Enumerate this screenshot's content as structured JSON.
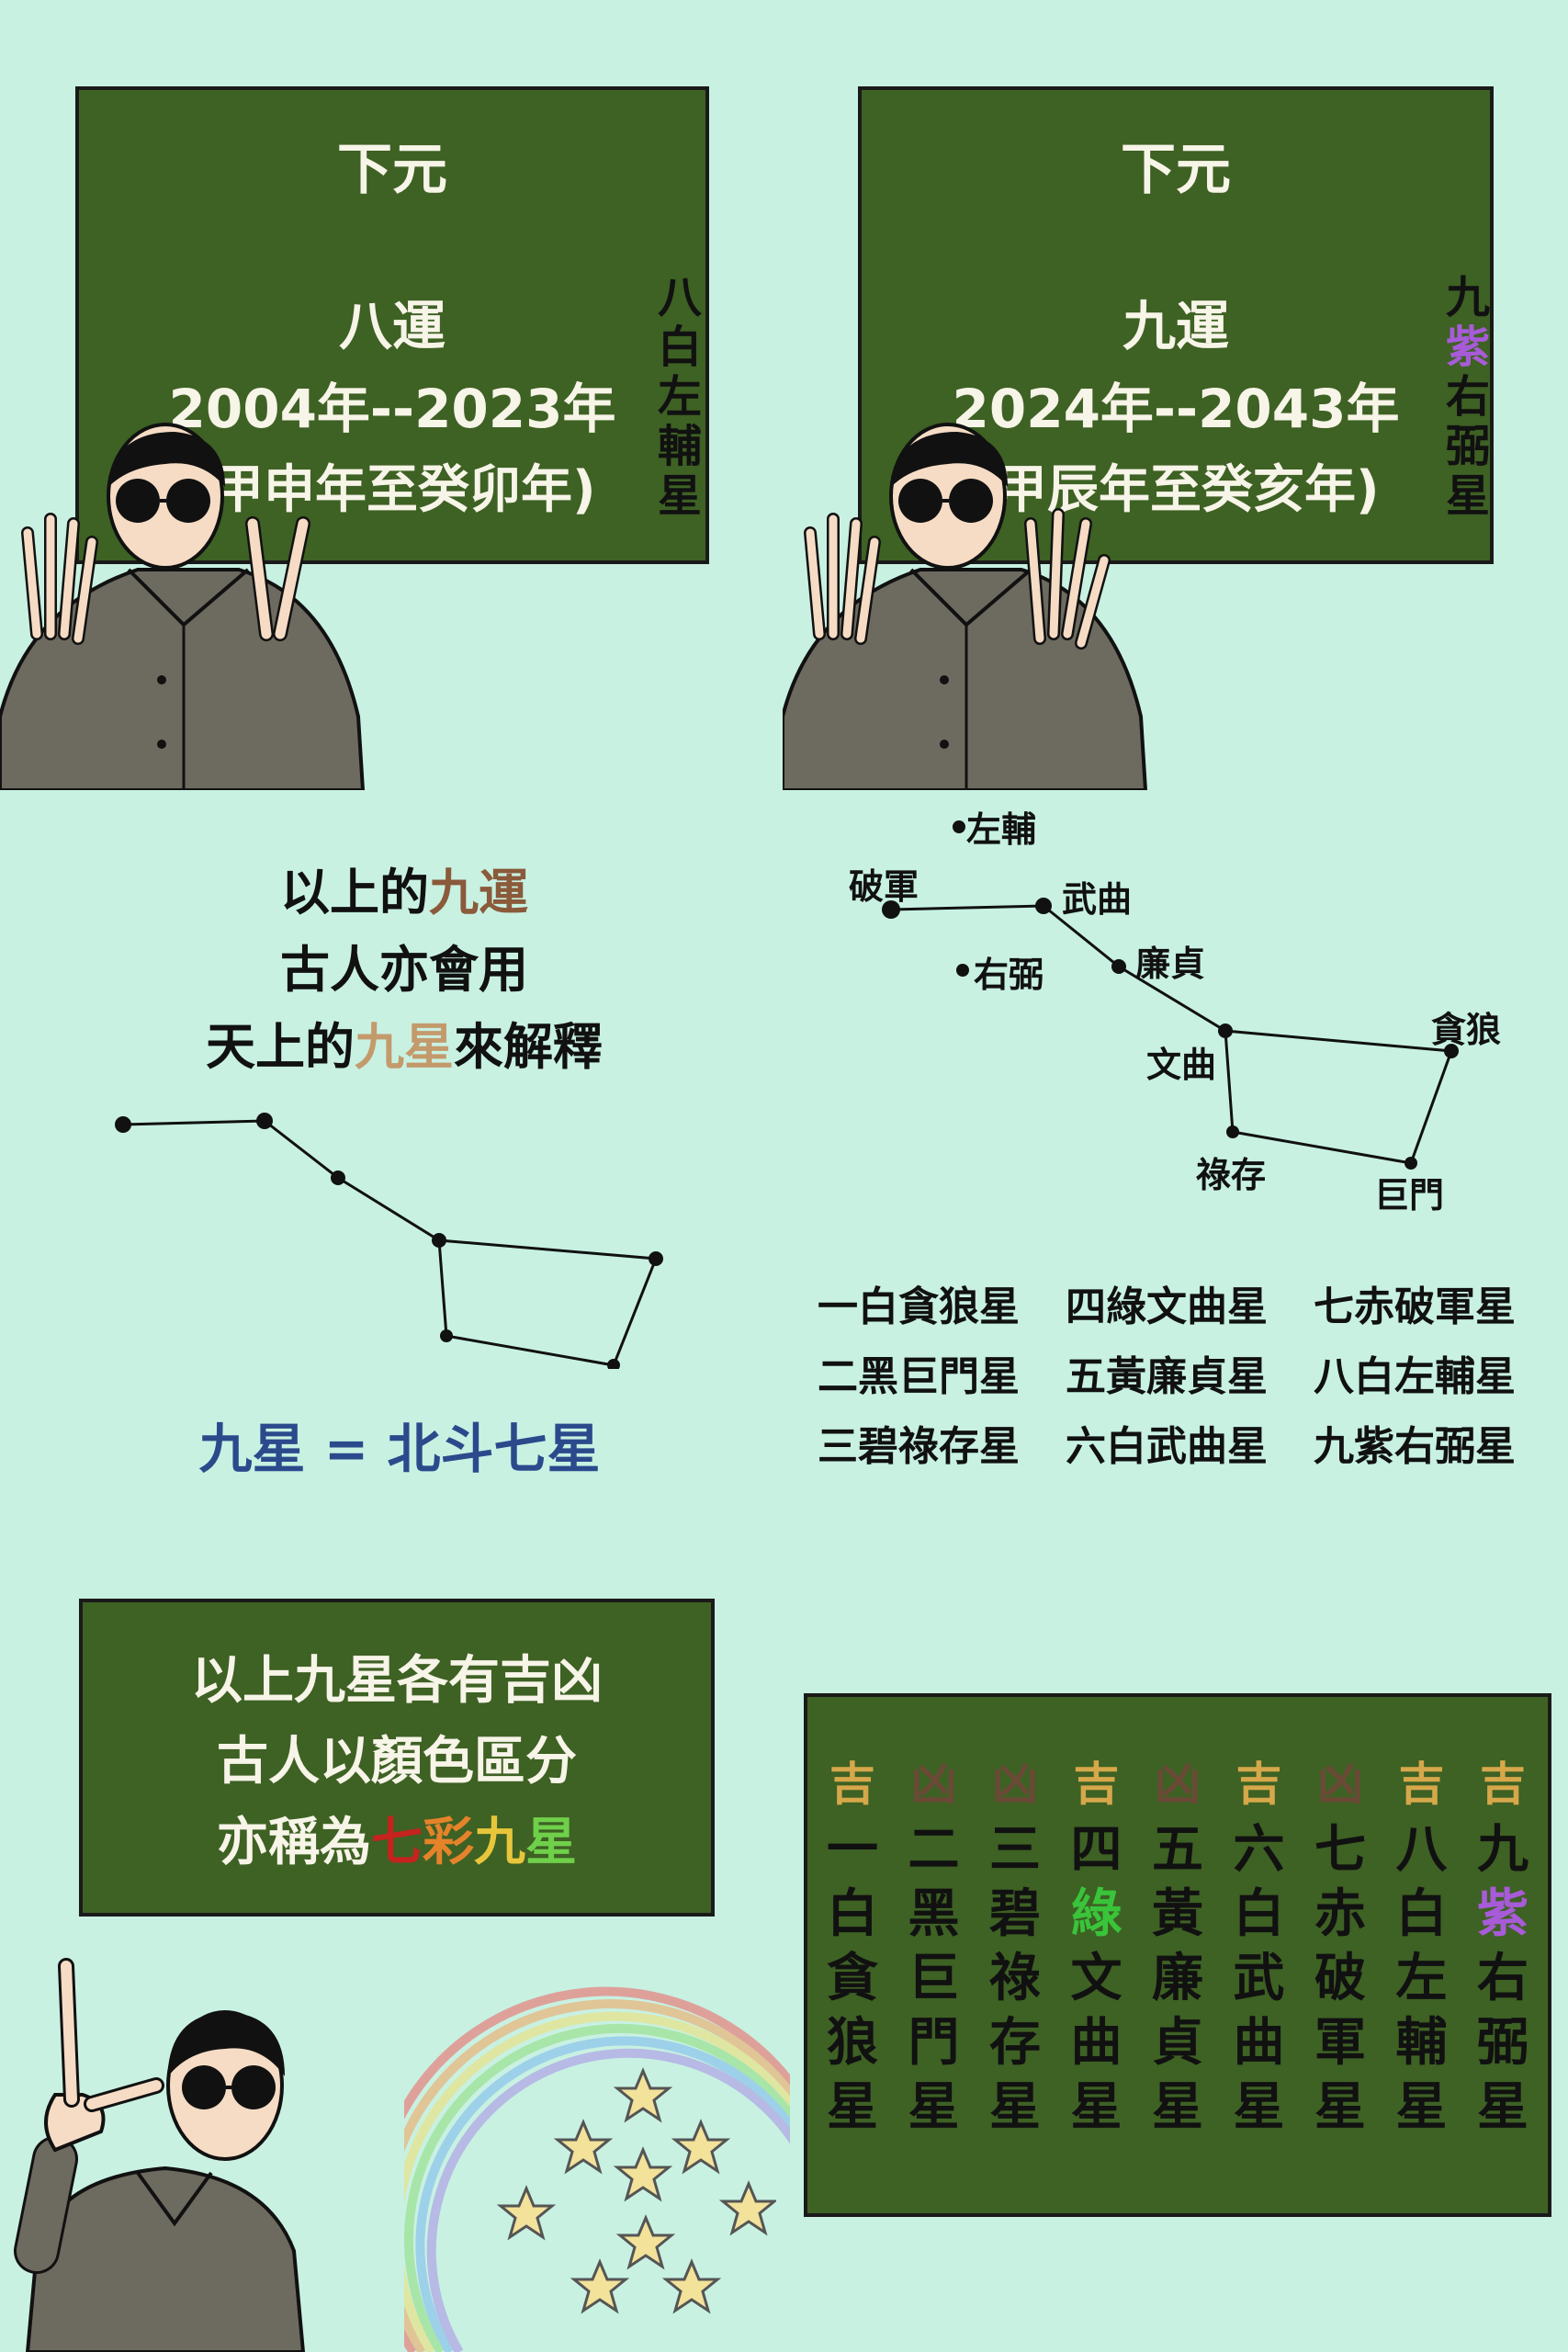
{
  "panel1": {
    "title": "下元",
    "cycle": "八運",
    "years": "2004年--2023年",
    "ganzhi": "(甲申年至癸卯年)",
    "side_star": "八白左輔星"
  },
  "panel2": {
    "title": "下元",
    "cycle": "九運",
    "years": "2024年--2043年",
    "ganzhi": "(甲辰年至癸亥年)",
    "side_star_1": "九",
    "side_star_2": "紫",
    "side_star_3": "右弼星"
  },
  "caption1": {
    "line1_a": "以上的",
    "line1_b": "九運",
    "line2": "古人亦會用",
    "line3_a": "天上的",
    "line3_b": "九星",
    "line3_c": "來解釋"
  },
  "equation": "九星 = 北斗七星",
  "dipper_labels": {
    "zuofu": "左輔",
    "pojun": "破軍",
    "wuqu": "武曲",
    "youbi": "右弼",
    "lianzhen": "廉貞",
    "wenqu": "文曲",
    "tanlang": "貪狼",
    "lucun": "祿存",
    "jumen": "巨門"
  },
  "star_names": {
    "row1": [
      "一白貪狼星",
      "四綠文曲星",
      "七赤破軍星"
    ],
    "row2": [
      "二黑巨門星",
      "五黃廉貞星",
      "八白左輔星"
    ],
    "row3": [
      "三碧祿存星",
      "六白武曲星",
      "九紫右弼星"
    ]
  },
  "panel3": {
    "line1": "以上九星各有吉凶",
    "line2": "古人以顏色區分",
    "line3_a": "亦稱為",
    "line3_b": "七",
    "line3_c": "彩",
    "line3_d": "九",
    "line3_e": "星"
  },
  "grid": {
    "columns": [
      {
        "luck": "吉",
        "num": "一",
        "color": "白",
        "n1": "貪",
        "n2": "狼",
        "n3": "星"
      },
      {
        "luck": "凶",
        "num": "二",
        "color": "黑",
        "n1": "巨",
        "n2": "門",
        "n3": "星"
      },
      {
        "luck": "凶",
        "num": "三",
        "color": "碧",
        "n1": "祿",
        "n2": "存",
        "n3": "星"
      },
      {
        "luck": "吉",
        "num": "四",
        "color": "綠",
        "n1": "文",
        "n2": "曲",
        "n3": "星"
      },
      {
        "luck": "凶",
        "num": "五",
        "color": "黃",
        "n1": "廉",
        "n2": "貞",
        "n3": "星"
      },
      {
        "luck": "吉",
        "num": "六",
        "color": "白",
        "n1": "武",
        "n2": "曲",
        "n3": "星"
      },
      {
        "luck": "凶",
        "num": "七",
        "color": "赤",
        "n1": "破",
        "n2": "軍",
        "n3": "星"
      },
      {
        "luck": "吉",
        "num": "八",
        "color": "白",
        "n1": "左",
        "n2": "輔",
        "n3": "星"
      },
      {
        "luck": "吉",
        "num": "九",
        "color": "紫",
        "n1": "右",
        "n2": "弼",
        "n3": "星"
      }
    ]
  },
  "colors": {
    "background": "#c8f1e2",
    "board": "#3e6124",
    "accent_brown": "#8a5a3b",
    "accent_tan": "#c49a6c",
    "accent_blue": "#2b4a8c",
    "purple": "#a85bd8",
    "green": "#39c43a",
    "ji": "#d6a84a",
    "xiong": "#6a4a36",
    "red": "#c6231e",
    "orange": "#e5832a",
    "yellow": "#e7c63b",
    "light_green": "#6fd04a"
  },
  "icons": [
    "person-sunglasses-icon",
    "rainbow-icon",
    "star-icon"
  ]
}
